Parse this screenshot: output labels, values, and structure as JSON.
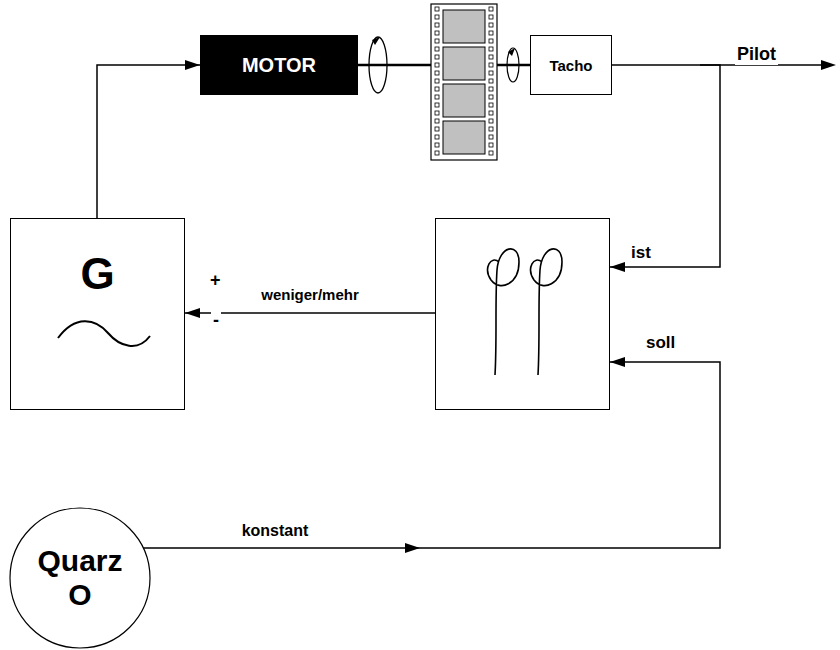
{
  "diagram": {
    "nodes": [
      {
        "text": [
          "MOTOR"
        ]
      },
      {
        "text": [
          "Tacho"
        ]
      },
      {
        "text": [
          "G"
        ]
      },
      {
        "text": [
          "ist",
          "soll"
        ]
      },
      {
        "text": [
          "Quarz O"
        ]
      }
    ],
    "edges": [
      {
        "from": 2,
        "to": 0,
        "arrow": "to"
      },
      {
        "from": 0,
        "to": 1,
        "arrow": "none"
      },
      {
        "from": 1,
        "to": 3,
        "arrow": "to"
      },
      {
        "from": 3,
        "to": 2,
        "label": "weniger/mehr",
        "arrow": "to"
      },
      {
        "from": 4,
        "to": 3,
        "label": "konstant",
        "arrow": "to"
      }
    ],
    "labels": [
      "+",
      "-",
      "Pilot"
    ]
  }
}
